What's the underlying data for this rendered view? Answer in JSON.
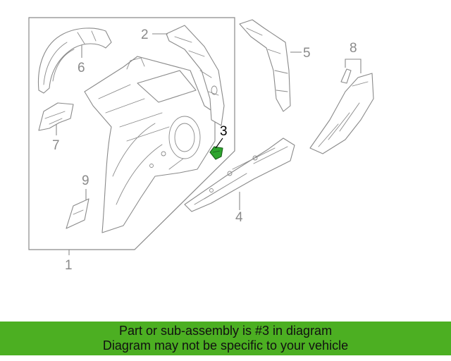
{
  "banner": {
    "line1": "Part or sub-assembly is #3 in diagram",
    "line2": "Diagram may not be specific to your vehicle",
    "background": "#4caf22"
  },
  "highlight_color": "#2ea52e",
  "callouts": {
    "c1": "1",
    "c2": "2",
    "c3": "3",
    "c4": "4",
    "c5": "5",
    "c6": "6",
    "c7": "7",
    "c8": "8",
    "c9": "9"
  },
  "highlighted_part": "3"
}
